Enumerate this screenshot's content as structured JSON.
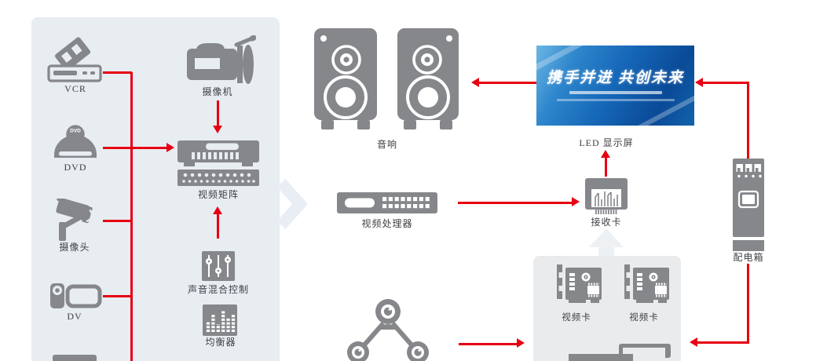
{
  "palette": {
    "accent_red": "#e60012",
    "icon_gray": "#85878b",
    "sidebar_bg": "#e8edf2",
    "video_panel_bg": "#e9ebed",
    "watermark": "#e9eef4",
    "label_text": "#3f3f44",
    "led_blue_dark": "#0a4a97",
    "led_blue_light": "#6db7e4"
  },
  "nodes": {
    "vcr": "VCR",
    "dvd": "DVD",
    "cctv_camera": "摄像头",
    "dv_camcorder": "DV",
    "studio_camera": "摄像机",
    "video_matrix": "视频矩阵",
    "audio_mixer": "声音混合控制",
    "equalizer": "均衡器",
    "speakers": "音响",
    "video_processor": "视频处理器",
    "led_screen": "LED 显示屏",
    "receiver_card": "接收卡",
    "power_box": "配电箱",
    "video_card_1": "视频卡",
    "video_card_2": "视频卡"
  },
  "led_banner": {
    "headline": "携手并进 共创未来"
  }
}
